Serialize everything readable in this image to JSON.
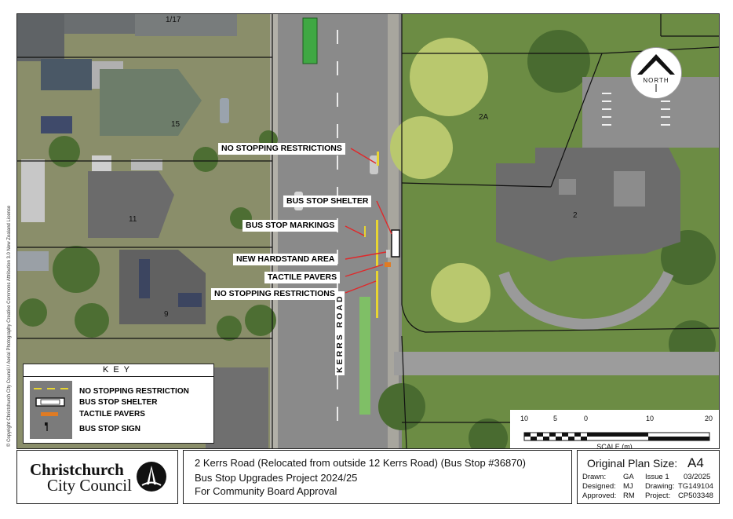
{
  "callouts": {
    "no_stopping_top": "NO STOPPING RESTRICTIONS",
    "bus_stop_shelter": "BUS STOP SHELTER",
    "bus_stop_markings": "BUS STOP MARKINGS",
    "new_hardstand": "NEW HARDSTAND AREA",
    "tactile_pavers": "TACTILE PAVERS",
    "no_stopping_bottom": "NO STOPPING RESTRICTIONS"
  },
  "addresses": {
    "a1_17": "1/17",
    "a15": "15",
    "a11": "11",
    "a9": "9",
    "a2a": "2A",
    "a2": "2"
  },
  "road_name": "KERRS ROAD",
  "north_label": "NORTH",
  "key": {
    "title": "KEY",
    "items": [
      "NO STOPPING RESTRICTION",
      "BUS STOP SHELTER",
      "TACTILE PAVERS",
      "BUS STOP SIGN"
    ]
  },
  "scale": {
    "ticks": [
      "10",
      "5",
      "0",
      "10",
      "20"
    ],
    "caption": "SCALE (m)"
  },
  "copyright": "© Copyright Christchurch City Council / Aerial Photography Creative Commons Attribution 3.0 New Zealand License",
  "title_block": {
    "org_line1": "Christchurch",
    "org_line2": "City Council",
    "line1": "2 Kerrs Road (Relocated from outside 12 Kerrs Road) (Bus Stop #36870)",
    "line2": "Bus Stop Upgrades Project 2024/25",
    "line3": "For Community Board Approval",
    "plan_size_label": "Original Plan Size:",
    "plan_size_value": "A4",
    "drawn_label": "Drawn:",
    "drawn_value": "GA",
    "designed_label": "Designed:",
    "designed_value": "MJ",
    "approved_label": "Approved:",
    "approved_value": "RM",
    "issue_label": "Issue 1",
    "issue_date": "03/2025",
    "drawing_label": "Drawing:",
    "drawing_value": "TG149104",
    "project_label": "Project:",
    "project_value": "CP503348"
  },
  "colors": {
    "road_asphalt": "#8a8a8a",
    "grass": "#6f8f4a",
    "tree": "#4d6e33",
    "roof_grey": "#6c6c6c",
    "no_stopping_line": "#e8d531",
    "callout_arrow": "#e0282a",
    "cycle_lane": "#7fbf66",
    "tactile": "#e07b23"
  }
}
